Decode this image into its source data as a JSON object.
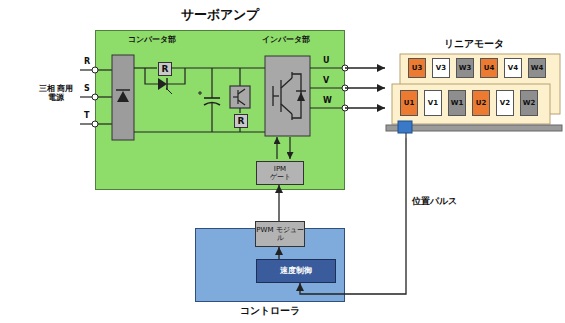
{
  "diagram": {
    "nodes": [
      {
        "text": [
          "サーボアンプ"
        ]
      },
      {
        "text": [
          "R"
        ],
        "in": 0
      },
      {
        "text": [
          "R"
        ],
        "in": 0
      },
      {
        "text": [
          "IPM",
          "ゲート"
        ],
        "in": 0
      },
      {
        "text": [
          "リニアモータ"
        ]
      },
      {
        "text": [
          "U3"
        ],
        "in": 4
      },
      {
        "text": [
          "V3"
        ],
        "in": 4
      },
      {
        "text": [
          "W3"
        ],
        "in": 4
      },
      {
        "text": [
          "U4"
        ],
        "in": 4
      },
      {
        "text": [
          "V4"
        ],
        "in": 4
      },
      {
        "text": [
          "W4"
        ],
        "in": 4
      },
      {
        "text": [
          "U1"
        ],
        "in": 4
      },
      {
        "text": [
          "V1"
        ],
        "in": 4
      },
      {
        "text": [
          "W1"
        ],
        "in": 4
      },
      {
        "text": [
          "U2"
        ],
        "in": 4
      },
      {
        "text": [
          "V2"
        ],
        "in": 4
      },
      {
        "text": [
          "W2"
        ],
        "in": 4
      },
      {
        "text": [
          "コントローラ"
        ]
      },
      {
        "text": [
          "PWM モジュール"
        ],
        "in": 17
      },
      {
        "text": [
          "速度制御"
        ],
        "in": 17
      }
    ],
    "edges": [
      {
        "from": 0,
        "to": 4,
        "arrow": "to"
      },
      {
        "from": 0,
        "to": 4,
        "arrow": "to"
      },
      {
        "from": 0,
        "to": 4,
        "arrow": "to"
      },
      {
        "from": 18,
        "to": 3,
        "arrow": "to"
      },
      {
        "from": 19,
        "to": 18,
        "arrow": "to"
      },
      {
        "from": 4,
        "to": 19,
        "label": "位置パルス",
        "arrow": "to"
      }
    ],
    "labels": [
      "コンバータ部",
      "インバータ部",
      "R",
      "S",
      "T",
      "三相 商用電源",
      "U",
      "V",
      "W"
    ]
  }
}
